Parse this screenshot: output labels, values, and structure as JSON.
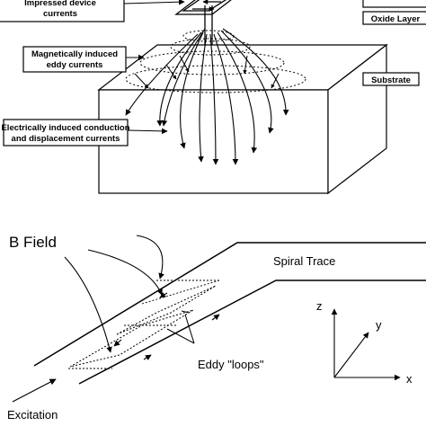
{
  "top_panel": {
    "labels": {
      "impressed": [
        "Impressed device",
        "currents"
      ],
      "magnetic": [
        "Magnetically induced",
        "eddy currents"
      ],
      "electric": [
        "Electrically induced conduction",
        "and displacement currents"
      ],
      "oxide": "Oxide Layer",
      "substrate": "Substrate"
    }
  },
  "bottom_panel": {
    "title": "B Field",
    "spiral_trace": "Spiral Trace",
    "eddy_loops": "Eddy \"loops\"",
    "excitation": "Excitation",
    "axes": {
      "z": "z",
      "y": "y",
      "x": "x"
    }
  }
}
